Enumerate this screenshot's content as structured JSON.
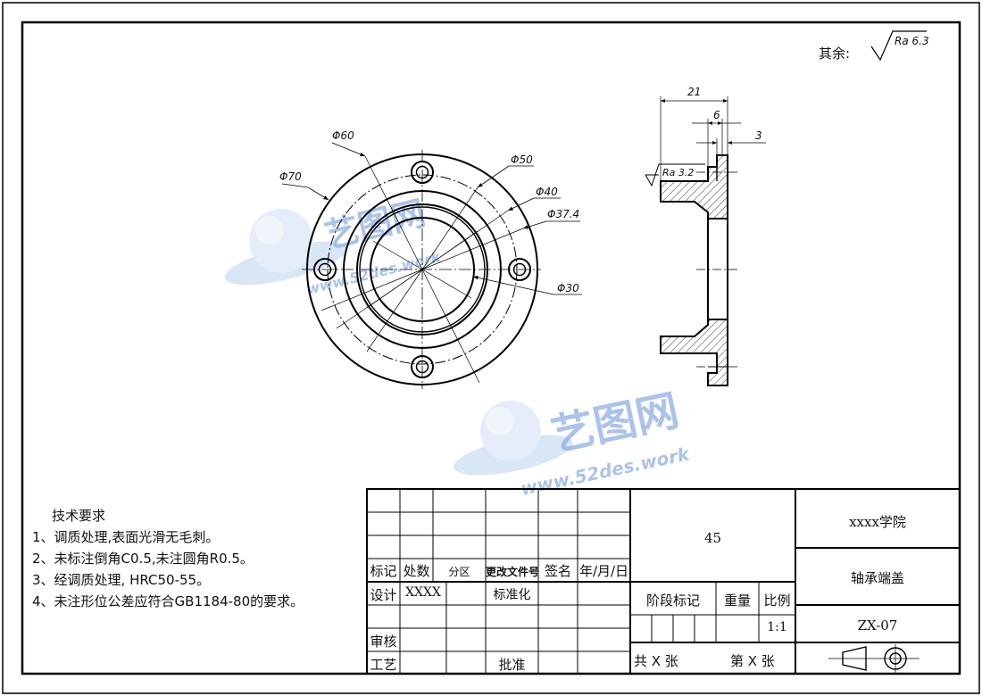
{
  "surface_note": {
    "prefix": "其余:",
    "roughness": "Ra 6.3"
  },
  "dims_front": {
    "d60": "Φ60",
    "d70": "Φ70",
    "d50": "Φ50",
    "d40": "Φ40",
    "d374": "Φ37.4",
    "d30": "Φ30"
  },
  "dims_side": {
    "w21": "21",
    "w6": "6",
    "w3": "3",
    "ra": "Ra 3.2"
  },
  "watermark": {
    "brand": "艺图网",
    "url": "www.52des.work"
  },
  "tech_req": {
    "title": "技术要求",
    "items": [
      "1、调质处理,表面光滑无毛刺。",
      "2、未标注倒角C0.5,未注圆角R0.5。",
      "3、经调质处理, HRC50-55。",
      "4、未注形位公差应符合GB1184-80的要求。"
    ]
  },
  "title_block": {
    "material": "45",
    "school": "xxxx学院",
    "part_name": "轴承端盖",
    "drawing_no": "ZX-07",
    "h_mark": "标记",
    "h_count": "处数",
    "h_zone": "分区",
    "h_doc": "更改文件号",
    "h_sign": "签名",
    "h_date": "年/月/日",
    "design": "设计",
    "designer": "XXXX",
    "standard": "标准化",
    "stage": "阶段标记",
    "weight": "重量",
    "scale_label": "比例",
    "scale": "1:1",
    "review": "审核",
    "process": "工艺",
    "approve": "批准",
    "sheets_total": "共 X 张",
    "sheet_no": "第 X 张"
  }
}
